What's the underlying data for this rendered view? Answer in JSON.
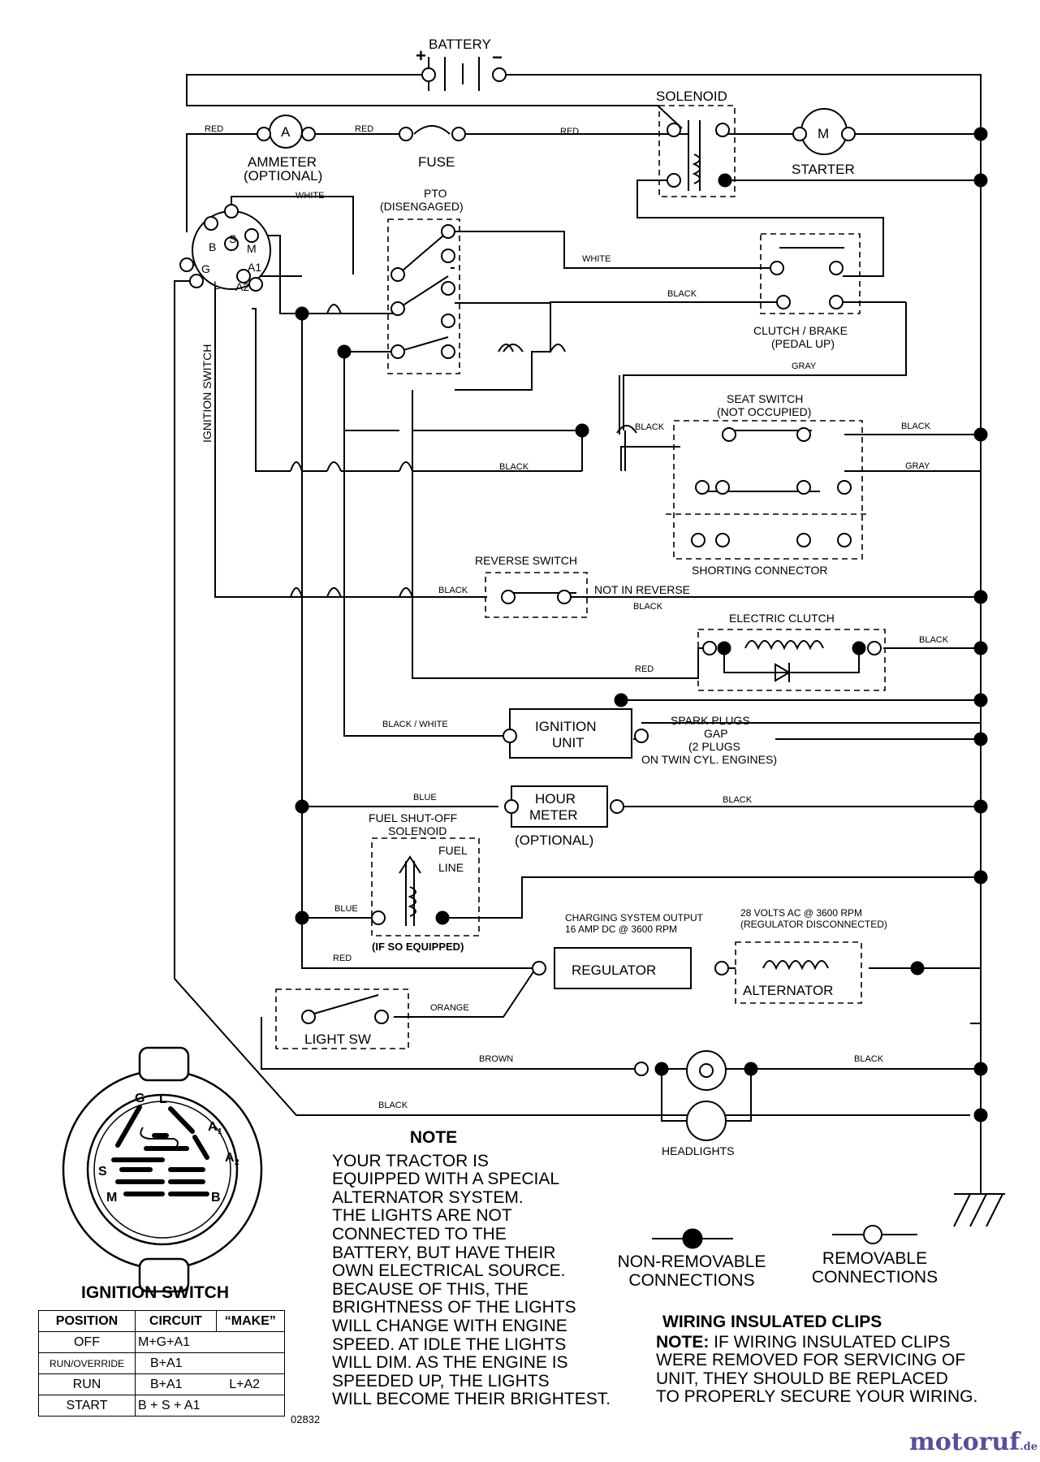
{
  "components": {
    "battery": "BATTERY",
    "solenoid": "SOLENOID",
    "ammeter": "AMMETER",
    "ammeter_optional": "(OPTIONAL)",
    "ammeter_symbol": "A",
    "fuse": "FUSE",
    "starter": "STARTER",
    "starter_symbol": "M",
    "pto": "PTO",
    "pto_state": "(DISENGAGED)",
    "clutch_brake": "CLUTCH / BRAKE",
    "clutch_brake_state": "(PEDAL UP)",
    "seat_switch": "SEAT SWITCH",
    "seat_switch_state": "(NOT OCCUPIED)",
    "shorting_connector": "SHORTING CONNECTOR",
    "reverse_switch": "REVERSE SWITCH",
    "not_in_reverse": "NOT IN REVERSE",
    "electric_clutch": "ELECTRIC CLUTCH",
    "ignition_unit_1": "IGNITION",
    "ignition_unit_2": "UNIT",
    "spark_plugs_1": "SPARK PLUGS",
    "spark_plugs_2": "GAP",
    "spark_plugs_3": "(2 PLUGS",
    "spark_plugs_4": "ON TWIN CYL. ENGINES)",
    "hour_meter_1": "HOUR",
    "hour_meter_2": "METER",
    "hour_meter_optional": "(OPTIONAL)",
    "fuel_solenoid_1": "FUEL SHUT-OFF",
    "fuel_solenoid_2": "SOLENOID",
    "fuel_line_1": "FUEL",
    "fuel_line_2": "LINE",
    "if_equipped": "(IF SO EQUIPPED)",
    "charging_output_1": "CHARGING SYSTEM OUTPUT",
    "charging_output_2": "16 AMP DC @ 3600 RPM",
    "regulator": "REGULATOR",
    "alt_spec_1": "28 VOLTS AC @ 3600 RPM",
    "alt_spec_2": "(REGULATOR DISCONNECTED)",
    "alternator": "ALTERNATOR",
    "light_switch": "LIGHT SW",
    "headlights": "HEADLIGHTS",
    "ignition_switch_vertical": "IGNITION SWITCH",
    "ign_terminals": [
      "B",
      "S",
      "M",
      "A1",
      "G",
      "L",
      "A2"
    ]
  },
  "wire_labels": {
    "red": "RED",
    "white": "WHITE",
    "black": "BLACK",
    "gray": "GRAY",
    "black_white": "BLACK / WHITE",
    "blue": "BLUE",
    "orange": "ORANGE",
    "brown": "BROWN"
  },
  "switch_face": {
    "terminals": [
      "G",
      "L",
      "A",
      "1",
      "S",
      "A",
      "2",
      "M",
      "B"
    ]
  },
  "note": {
    "title": "NOTE",
    "lines": [
      "YOUR TRACTOR IS",
      "EQUIPPED WITH A SPECIAL",
      "ALTERNATOR SYSTEM.",
      "THE LIGHTS ARE NOT",
      "CONNECTED TO THE",
      "BATTERY, BUT HAVE THEIR",
      "OWN ELECTRICAL SOURCE.",
      "BECAUSE OF THIS, THE",
      "BRIGHTNESS OF THE LIGHTS",
      "WILL CHANGE WITH ENGINE",
      "SPEED.  AT IDLE THE LIGHTS",
      "WILL DIM.  AS THE ENGINE IS",
      "SPEEDED UP, THE LIGHTS",
      "WILL BECOME THEIR BRIGHTEST."
    ]
  },
  "legend": {
    "nonremovable_1": "NON-REMOVABLE",
    "nonremovable_2": "CONNECTIONS",
    "removable_1": "REMOVABLE",
    "removable_2": "CONNECTIONS"
  },
  "clips": {
    "title": "WIRING INSULATED CLIPS",
    "note_label": "NOTE:",
    "lines": [
      " IF WIRING INSULATED CLIPS",
      "WERE REMOVED FOR SERVICING OF",
      " UNIT, THEY SHOULD BE REPLACED",
      "TO PROPERLY SECURE YOUR WIRING."
    ]
  },
  "switch_table": {
    "title": "IGNITION SWITCH",
    "headers": [
      "POSITION",
      "CIRCUIT",
      "“MAKE”"
    ],
    "rows": [
      {
        "position": "OFF",
        "circuit": "M+G+A1",
        "make": ""
      },
      {
        "position": "RUN/OVERRIDE",
        "circuit": "B+A1",
        "make": ""
      },
      {
        "position": "RUN",
        "circuit": "B+A1",
        "make": "L+A2"
      },
      {
        "position": "START",
        "circuit": "B + S + A1",
        "make": ""
      }
    ]
  },
  "drawing_code": "02832",
  "watermark": {
    "main": "motoruf",
    "suffix": ".de"
  }
}
